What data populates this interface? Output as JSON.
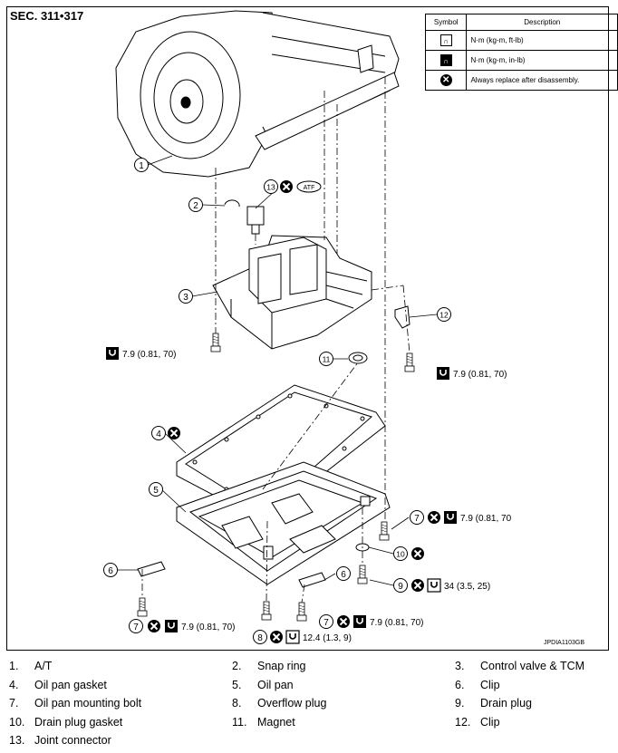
{
  "section_label": "SEC. 311•317",
  "legend": {
    "header_symbol": "Symbol",
    "header_description": "Description",
    "rows": [
      {
        "icon": "torque-wrench-icon",
        "description": "N·m (kg-m, ft-lb)"
      },
      {
        "icon": "torque-wrench-dark-icon",
        "description": "N·m (kg-m, in-lb)"
      },
      {
        "icon": "replace-x-icon",
        "description": "Always replace after disassembly."
      }
    ]
  },
  "callouts": {
    "c1": "1",
    "c2": "2",
    "c3": "3",
    "c4": "4",
    "c5": "5",
    "c6a": "6",
    "c6b": "6",
    "c7a": "7",
    "c7b": "7",
    "c7c": "7",
    "c8": "8",
    "c9": "9",
    "c10": "10",
    "c11": "11",
    "c12": "12",
    "c13": "13"
  },
  "torques": {
    "valve_left": "7.9 (0.81, 70)",
    "valve_right": "7.9 (0.81, 70)",
    "pan_bolt_right": "7.9 (0.81, 70",
    "pan_bolt_left": "7.9 (0.81, 70)",
    "pan_bolt_center": "7.9 (0.81, 70)",
    "overflow_plug": "12.4 (1.3, 9)",
    "drain_plug": "34 (3.5, 25)"
  },
  "atf_label": "ATF",
  "figure_code": "JPDIA1103GB",
  "parts": [
    {
      "num": "1.",
      "name": "A/T"
    },
    {
      "num": "2.",
      "name": "Snap ring"
    },
    {
      "num": "3.",
      "name": "Control valve & TCM"
    },
    {
      "num": "4.",
      "name": "Oil pan gasket"
    },
    {
      "num": "5.",
      "name": "Oil pan"
    },
    {
      "num": "6.",
      "name": "Clip"
    },
    {
      "num": "7.",
      "name": "Oil pan mounting bolt"
    },
    {
      "num": "8.",
      "name": "Overflow plug"
    },
    {
      "num": "9.",
      "name": "Drain plug"
    },
    {
      "num": "10.",
      "name": "Drain plug gasket"
    },
    {
      "num": "11.",
      "name": "Magnet"
    },
    {
      "num": "12.",
      "name": "Clip"
    },
    {
      "num": "13.",
      "name": "Joint connector"
    }
  ]
}
